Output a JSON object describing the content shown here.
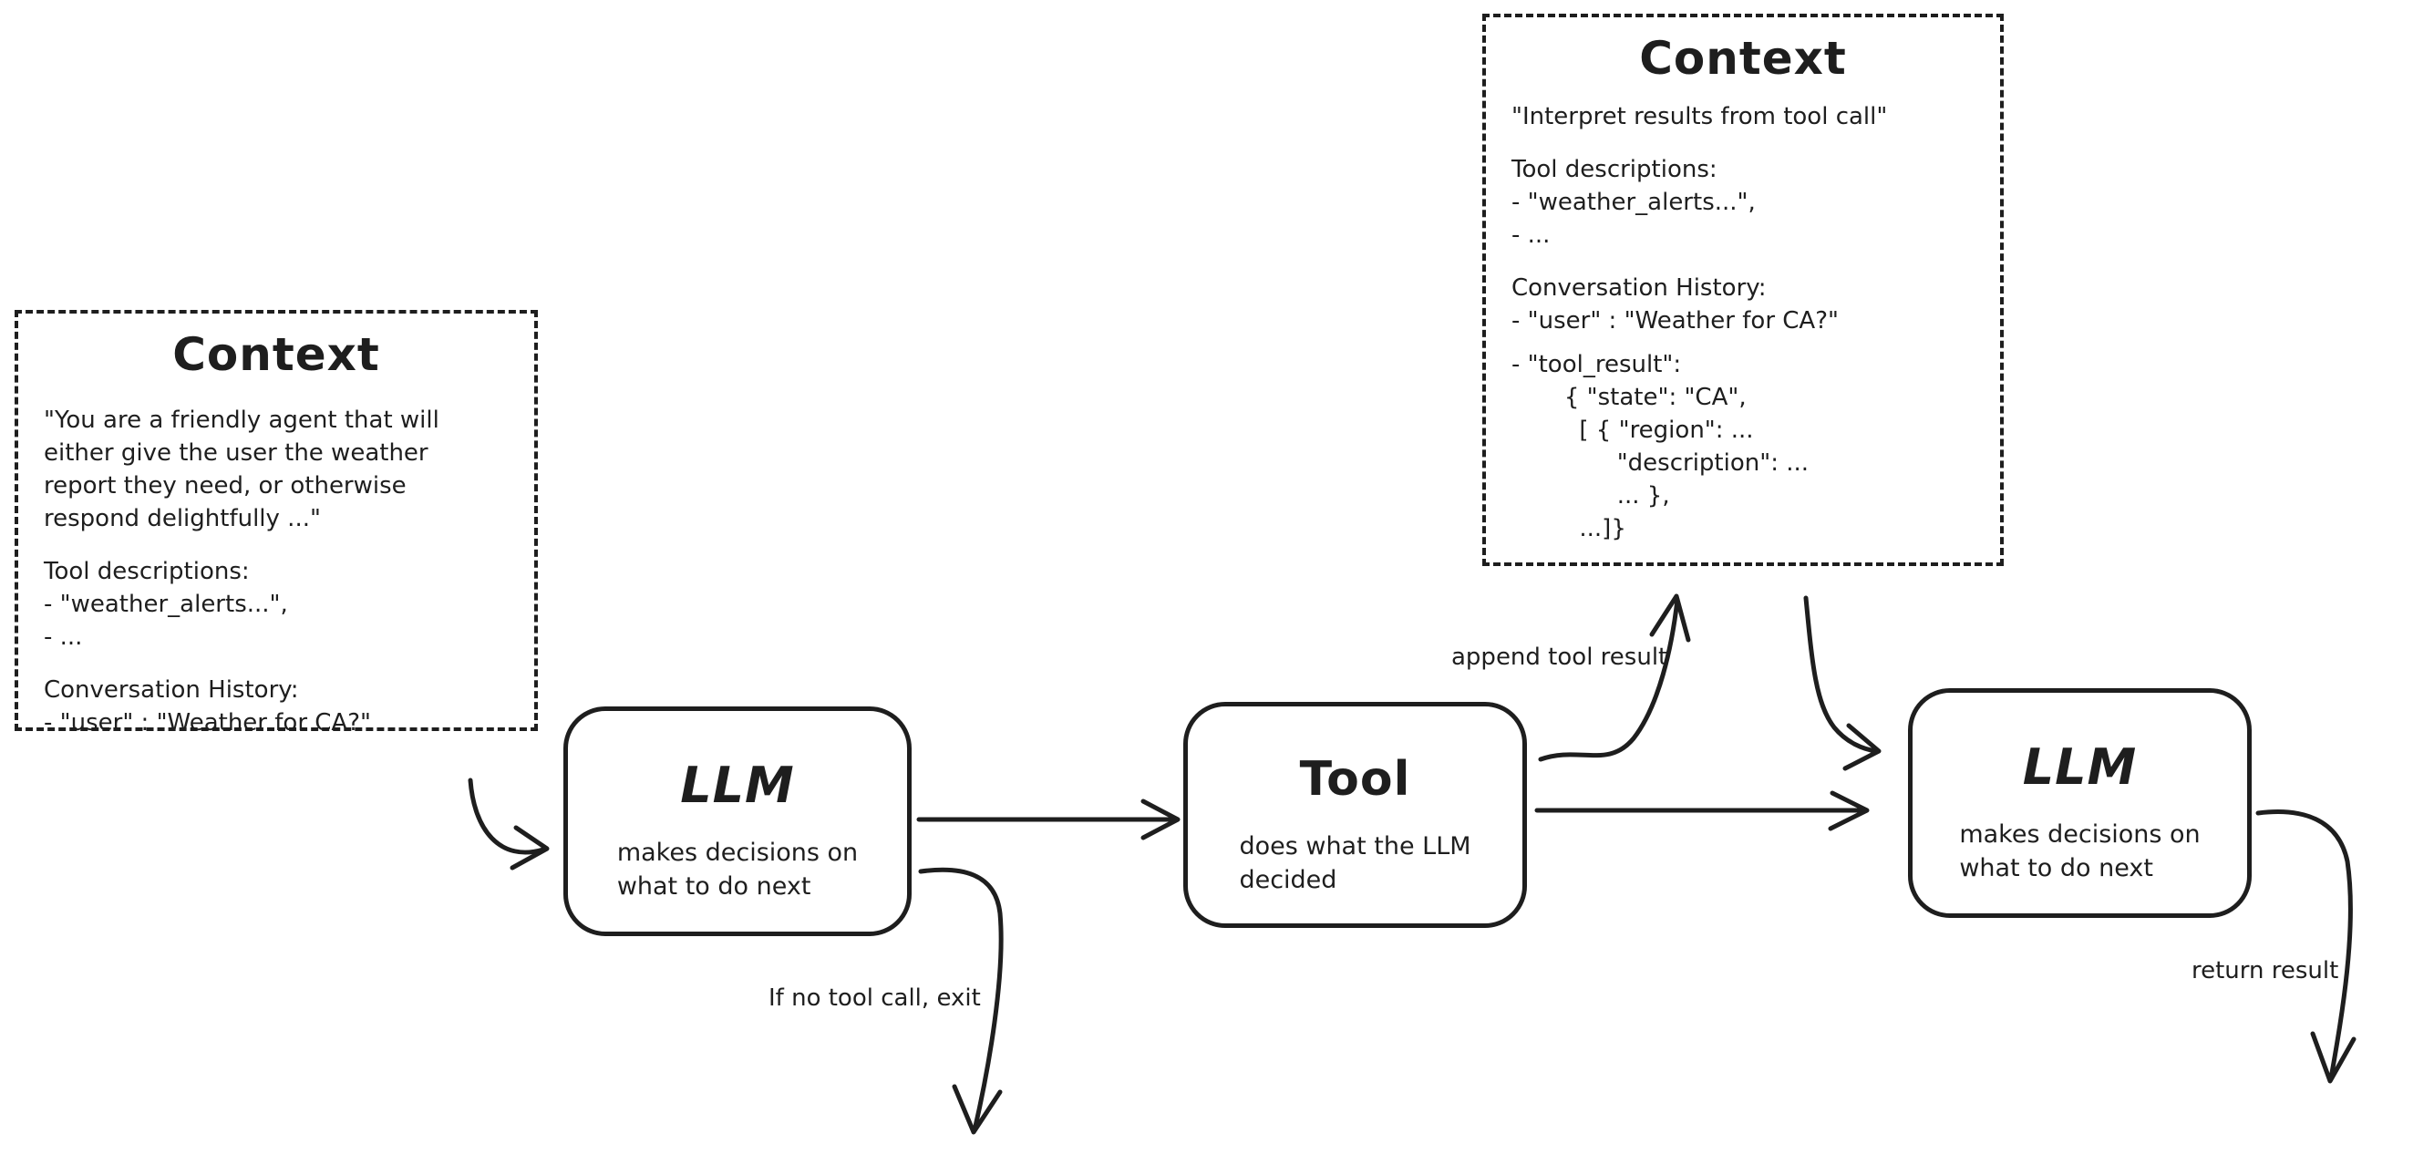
{
  "page": {
    "background": "#ffffff",
    "stroke_color": "#1e1e1e"
  },
  "nodes": {
    "context_left": {
      "title": "Context",
      "body": "\"You are a friendly agent that will\neither give the user the weather\nreport they need, or otherwise\nrespond delightfully ...\"",
      "tools": "Tool descriptions:\n- \"weather_alerts...\",\n- ...",
      "history": "Conversation History:\n- \"user\" : \"Weather for CA?\""
    },
    "context_top": {
      "title": "Context",
      "body": "\"Interpret results from tool call\"",
      "tools": "Tool descriptions:\n- \"weather_alerts...\",\n- ...",
      "history": "Conversation History:\n- \"user\" : \"Weather for CA?\"",
      "tool_result": "- \"tool_result\":\n       { \"state\": \"CA\",\n         [ { \"region\": ...\n              \"description\": ...\n              ... },\n         ...]}"
    },
    "llm_1": {
      "title": "LLM",
      "subtitle": "makes decisions on\nwhat to do next"
    },
    "tool": {
      "title": "Tool",
      "subtitle": "does what the LLM\ndecided"
    },
    "llm_2": {
      "title": "LLM",
      "subtitle": "makes decisions on\nwhat to do next"
    }
  },
  "edge_labels": {
    "append_tool_result": "append tool result",
    "if_no_tool_call_exit": "If no tool call, exit",
    "return_result": "return result"
  },
  "edges": [
    {
      "from": "context_left",
      "to": "llm_1",
      "label": ""
    },
    {
      "from": "llm_1",
      "to": "tool",
      "label": ""
    },
    {
      "from": "llm_1",
      "to": "exit",
      "label": "If no tool call, exit"
    },
    {
      "from": "tool",
      "to": "context_top",
      "label": "append tool result"
    },
    {
      "from": "context_top",
      "to": "llm_2",
      "label": ""
    },
    {
      "from": "tool",
      "to": "llm_2",
      "label": ""
    },
    {
      "from": "llm_2",
      "to": "exit",
      "label": "return result"
    }
  ]
}
